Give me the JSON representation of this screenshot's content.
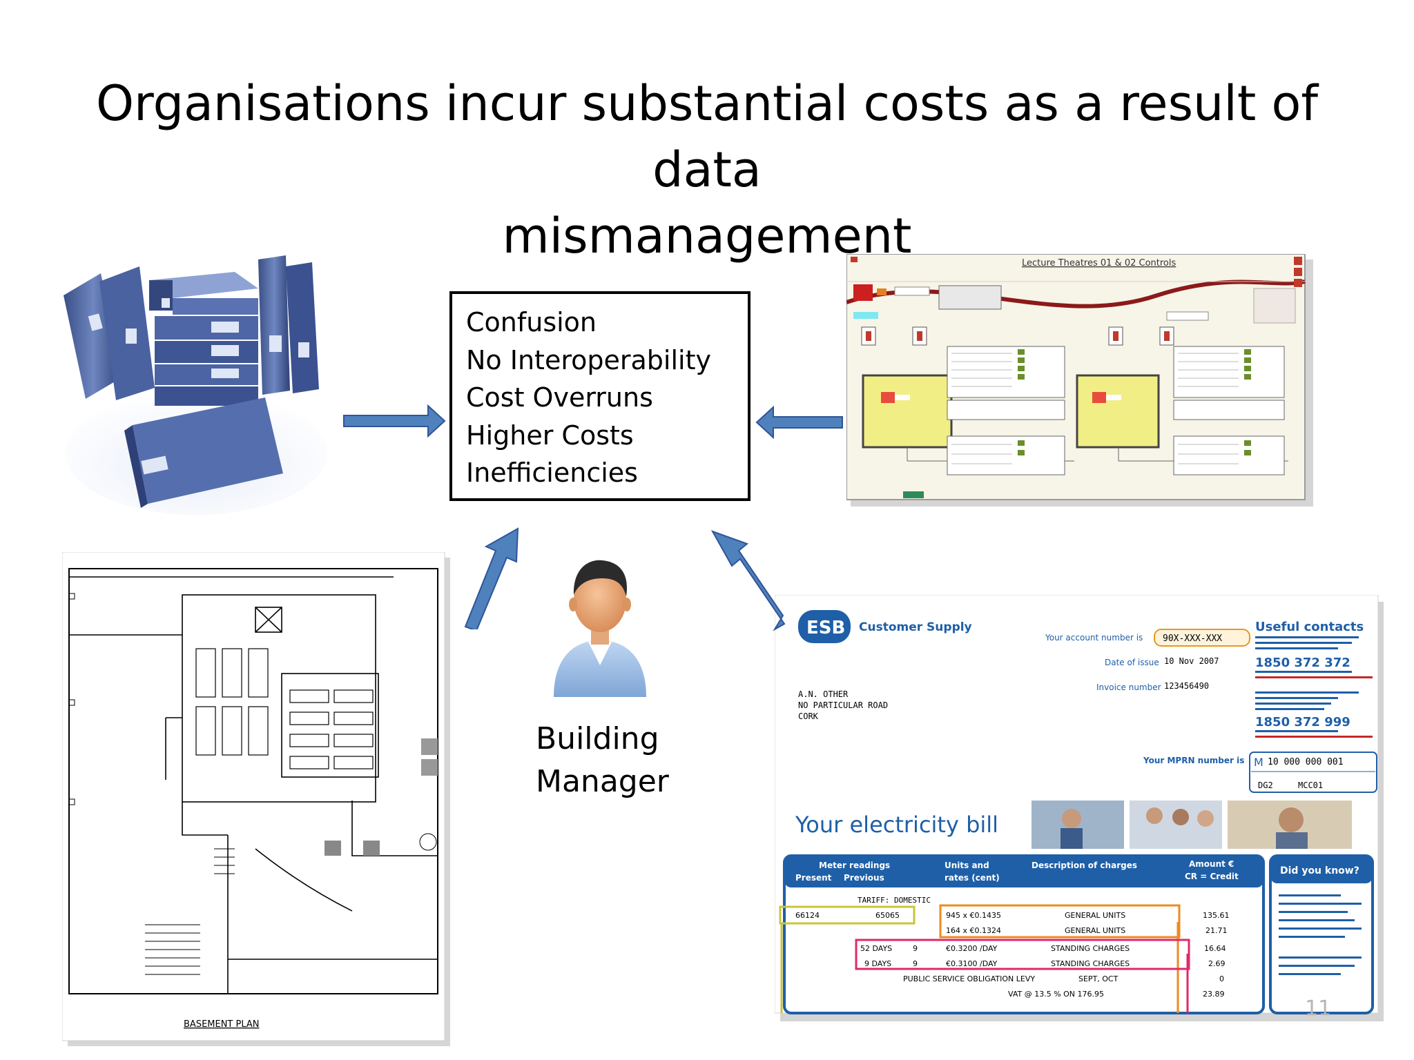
{
  "slide": {
    "title_line1": "Organisations incur substantial costs as a result of data",
    "title_line2": "mismanagement",
    "problems": [
      "Confusion",
      "No Interoperability",
      "Cost Overruns",
      "Higher Costs",
      "Inefficiencies"
    ],
    "manager_line1": "Building",
    "manager_line2": "Manager",
    "page_number": "11"
  },
  "bms_panel": {
    "title": "Lecture Theatres 01 & 02 Controls"
  },
  "floor_plan": {
    "caption": "BASEMENT PLAN"
  },
  "electricity_bill": {
    "brand": "ESB",
    "customer_supply": "Customer Supply",
    "useful_contacts": "Useful contacts",
    "account_label": "Your account number is",
    "account_number": "90X-XXX-XXX",
    "issue_label": "Date of issue",
    "issue_date": "10 Nov 2007",
    "invoice_label": "Invoice number",
    "invoice_number": "123456490",
    "phone_1": "1850 372 372",
    "phone_2": "1850 372 999",
    "address": [
      "A.N. OTHER",
      "NO PARTICULAR ROAD",
      "CORK"
    ],
    "mprn_label": "Your MPRN number is",
    "mprn_value": "10 000 000 001",
    "dg": "DG2",
    "mcc": "MCC01",
    "bill_heading": "Your electricity bill",
    "col_meter": "Meter readings",
    "col_present": "Present",
    "col_previous": "Previous",
    "col_units": "Units and",
    "col_rates": "rates (cent)",
    "col_description": "Description of charges",
    "col_amount": "Amount €",
    "col_credit": "CR = Credit",
    "did_you_know": "Did you know?",
    "tariff": "TARIFF: DOMESTIC",
    "rows": [
      {
        "present": "66124",
        "previous": "65065",
        "rate": "945 x €0.1435",
        "desc": "GENERAL UNITS",
        "amount": "135.61"
      },
      {
        "present": "",
        "previous": "",
        "rate": "164 x €0.1324",
        "desc": "GENERAL UNITS",
        "amount": "21.71"
      },
      {
        "present": "52 DAYS",
        "previous": "9",
        "rate": "€0.3200 /DAY",
        "desc": "STANDING CHARGES",
        "amount": "16.64"
      },
      {
        "present": "9 DAYS",
        "previous": "9",
        "rate": "€0.3100 /DAY",
        "desc": "STANDING CHARGES",
        "amount": "2.69"
      },
      {
        "present": "",
        "previous": "",
        "rate": "PUBLIC SERVICE OBLIGATION LEVY",
        "desc": "SEPT, OCT",
        "amount": "0"
      },
      {
        "present": "",
        "previous": "",
        "rate": "VAT @ 13.5 % ON 176.95",
        "desc": "",
        "amount": "23.89"
      }
    ]
  }
}
